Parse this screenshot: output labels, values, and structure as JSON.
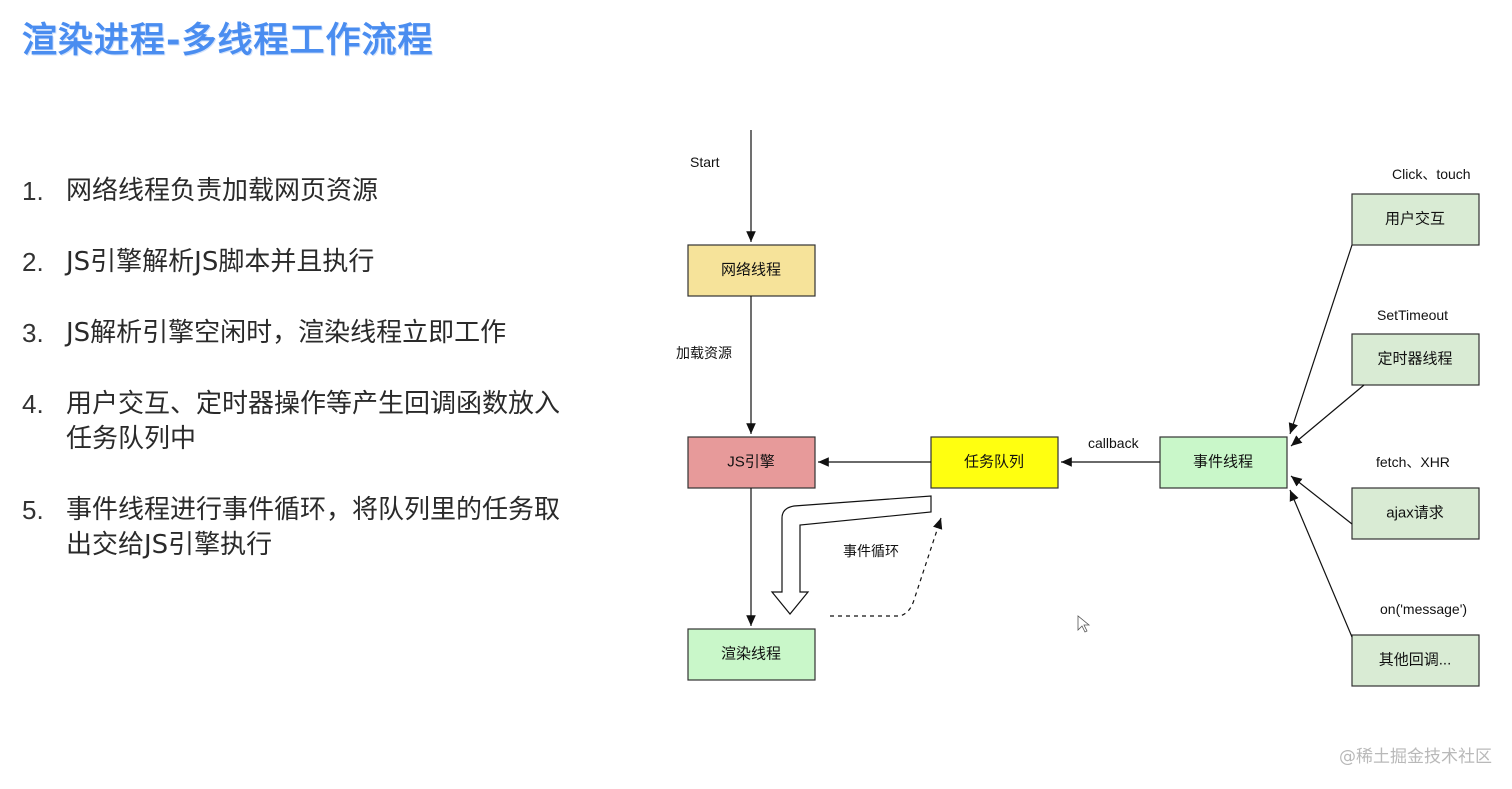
{
  "title": "渲染进程-多线程工作流程",
  "steps": [
    {
      "num": "1.",
      "text": "网络线程负责加载网页资源"
    },
    {
      "num": "2.",
      "text": "JS引擎解析JS脚本并且执行"
    },
    {
      "num": "3.",
      "text": "JS解析引擎空闲时，渲染线程立即工作"
    },
    {
      "num": "4.",
      "text": "用户交互、定时器操作等产生回调函数放入任务队列中"
    },
    {
      "num": "5.",
      "text": "事件线程进行事件循环，将队列里的任务取出交给JS引擎执行"
    }
  ],
  "diagram": {
    "nodes": {
      "network": {
        "label": "网络线程",
        "color": "#f6e39a"
      },
      "js_engine": {
        "label": "JS引擎",
        "color": "#e79a9a"
      },
      "render": {
        "label": "渲染线程",
        "color": "#c9f7c9"
      },
      "task_queue": {
        "label": "任务队列",
        "color": "#ffff10"
      },
      "event_thread": {
        "label": "事件线程",
        "color": "#c9f7c9"
      },
      "user_interaction": {
        "label": "用户交互",
        "color": "#d9ebd4"
      },
      "timer_thread": {
        "label": "定时器线程",
        "color": "#d9ebd4"
      },
      "ajax_request": {
        "label": "ajax请求",
        "color": "#d9ebd4"
      },
      "other_callbacks": {
        "label": "其他回调...",
        "color": "#d9ebd4"
      }
    },
    "labels": {
      "start": "Start",
      "load_resources": "加载资源",
      "callback": "callback",
      "event_loop": "事件循环",
      "click_touch": "Click、touch",
      "set_timeout": "SetTimeout",
      "fetch_xhr": "fetch、XHR",
      "on_message": "on('message')"
    }
  },
  "footer": "@稀土掘金技术社区"
}
